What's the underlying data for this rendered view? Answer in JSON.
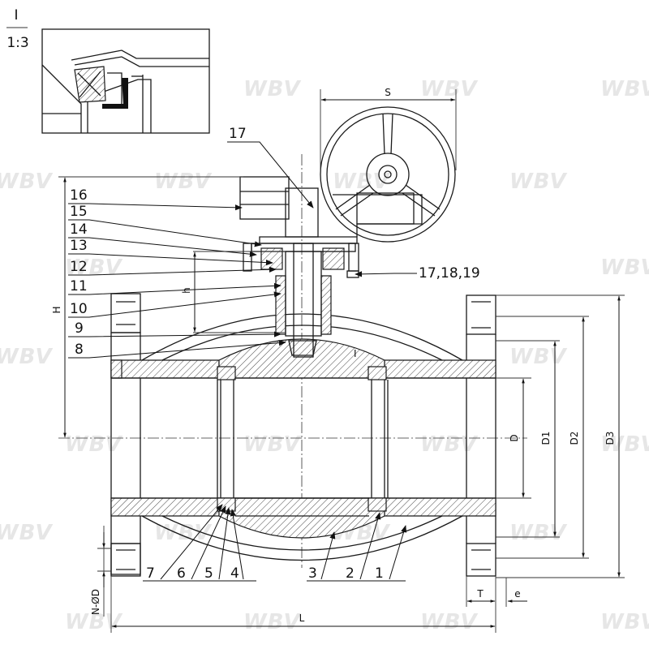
{
  "detail": {
    "mark": "I",
    "scale": "1:3"
  },
  "watermark": "WBV",
  "part_labels": {
    "p1": "1",
    "p2": "2",
    "p3": "3",
    "p4": "4",
    "p5": "5",
    "p6": "6",
    "p7": "7",
    "p8": "8",
    "p9": "9",
    "p10": "10",
    "p11": "11",
    "p12": "12",
    "p13": "13",
    "p14": "14",
    "p15": "15",
    "p16": "16",
    "p17": "17",
    "p17_18_19": "17,18,19"
  },
  "section_mark": "I",
  "dimensions": {
    "S": "S",
    "H": "H",
    "h": "h",
    "D": "D",
    "D1": "D1",
    "D2": "D2",
    "D3": "D3",
    "L": "L",
    "T": "T",
    "e": "e",
    "N_OD": "N-ØD"
  }
}
